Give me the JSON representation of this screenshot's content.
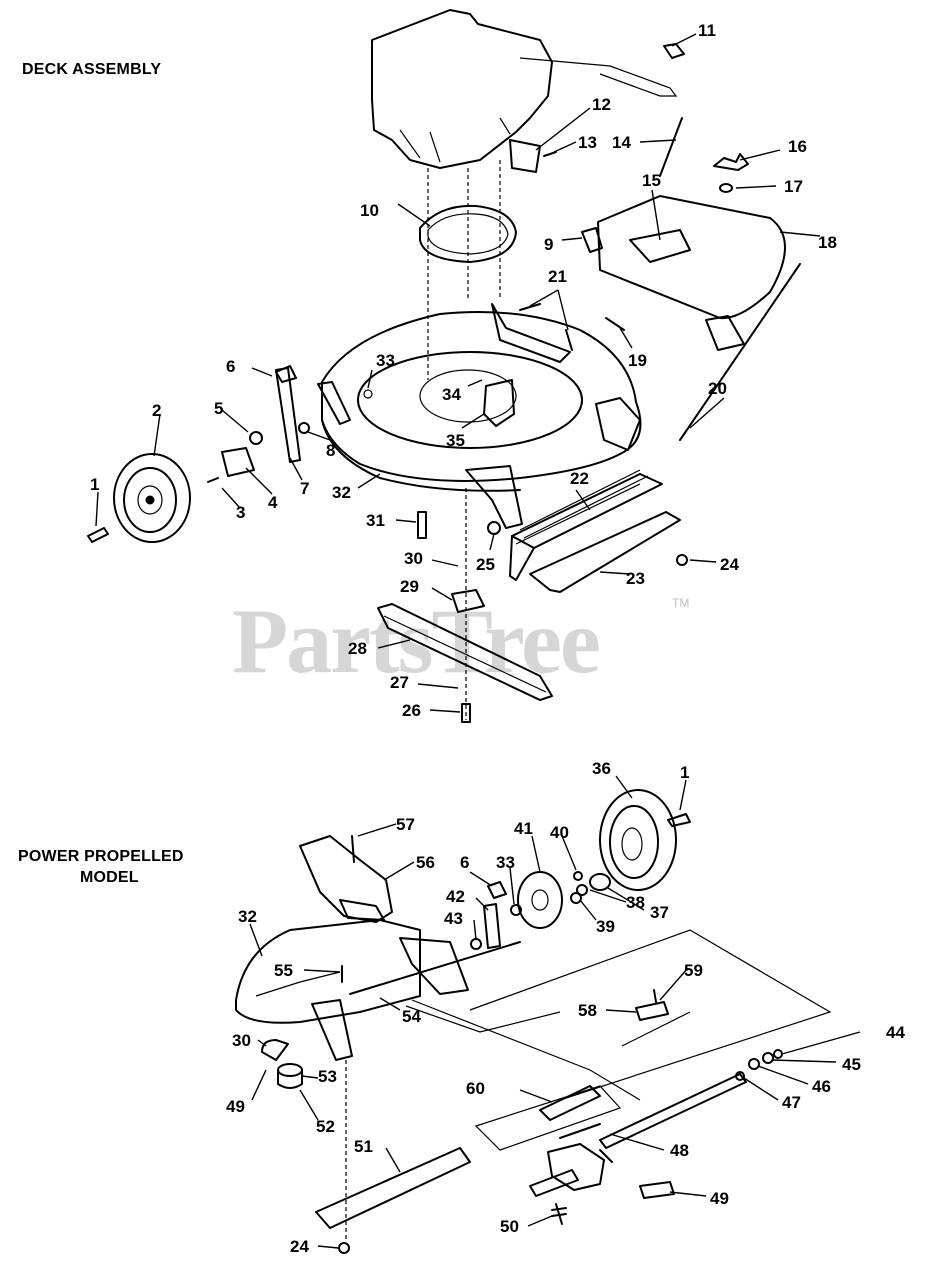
{
  "sections": {
    "deck_title": "DECK ASSEMBLY",
    "power_title_line1": "POWER PROPELLED",
    "power_title_line2": "MODEL"
  },
  "watermark": {
    "text": "PartsTree",
    "tm": "TM"
  },
  "callouts": {
    "c1": "1",
    "c2": "2",
    "c3": "3",
    "c4": "4",
    "c5": "5",
    "c6": "6",
    "c7": "7",
    "c8": "8",
    "c9": "9",
    "c10": "10",
    "c11": "11",
    "c12": "12",
    "c13": "13",
    "c14": "14",
    "c15": "15",
    "c16": "16",
    "c17": "17",
    "c18": "18",
    "c19": "19",
    "c20": "20",
    "c21": "21",
    "c22": "22",
    "c23": "23",
    "c24": "24",
    "c25": "25",
    "c26": "26",
    "c27": "27",
    "c28": "28",
    "c29": "29",
    "c30": "30",
    "c31": "31",
    "c32": "32",
    "c33": "33",
    "c34": "34",
    "c35": "35",
    "p1": "1",
    "p6": "6",
    "p24": "24",
    "p30": "30",
    "p32": "32",
    "p33": "33",
    "p36": "36",
    "p37": "37",
    "p38": "38",
    "p39": "39",
    "p40": "40",
    "p41": "41",
    "p42": "42",
    "p43": "43",
    "p44": "44",
    "p45": "45",
    "p46": "46",
    "p47": "47",
    "p48": "48",
    "p49a": "49",
    "p49b": "49",
    "p50": "50",
    "p51": "51",
    "p52": "52",
    "p53": "53",
    "p54": "54",
    "p55": "55",
    "p56": "56",
    "p57": "57",
    "p58": "58",
    "p59": "59",
    "p60": "60"
  },
  "colors": {
    "ink": "#000000",
    "watermark": "#d6d6d6",
    "background": "#ffffff"
  }
}
